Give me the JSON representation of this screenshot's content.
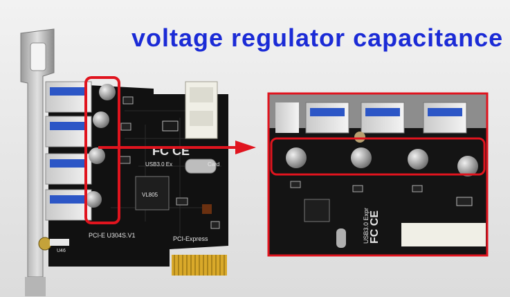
{
  "image": {
    "caption": "voltage regulator capacitance",
    "board": {
      "model_label": "PCI-E U304S.V1",
      "bus_label": "PCI-Express",
      "card_label": "USB3.0 Ex",
      "card_label_suffix": "Card",
      "chip_label": "U46",
      "cert_marks": "FC CE"
    },
    "zoom": {
      "card_label": "USB3.0 Expr",
      "cert_marks": "FC CE"
    },
    "colors": {
      "caption": "#1b2bd6",
      "highlight": "#e0141e",
      "pcb": "#111111",
      "gold": "#d9a92a"
    }
  }
}
